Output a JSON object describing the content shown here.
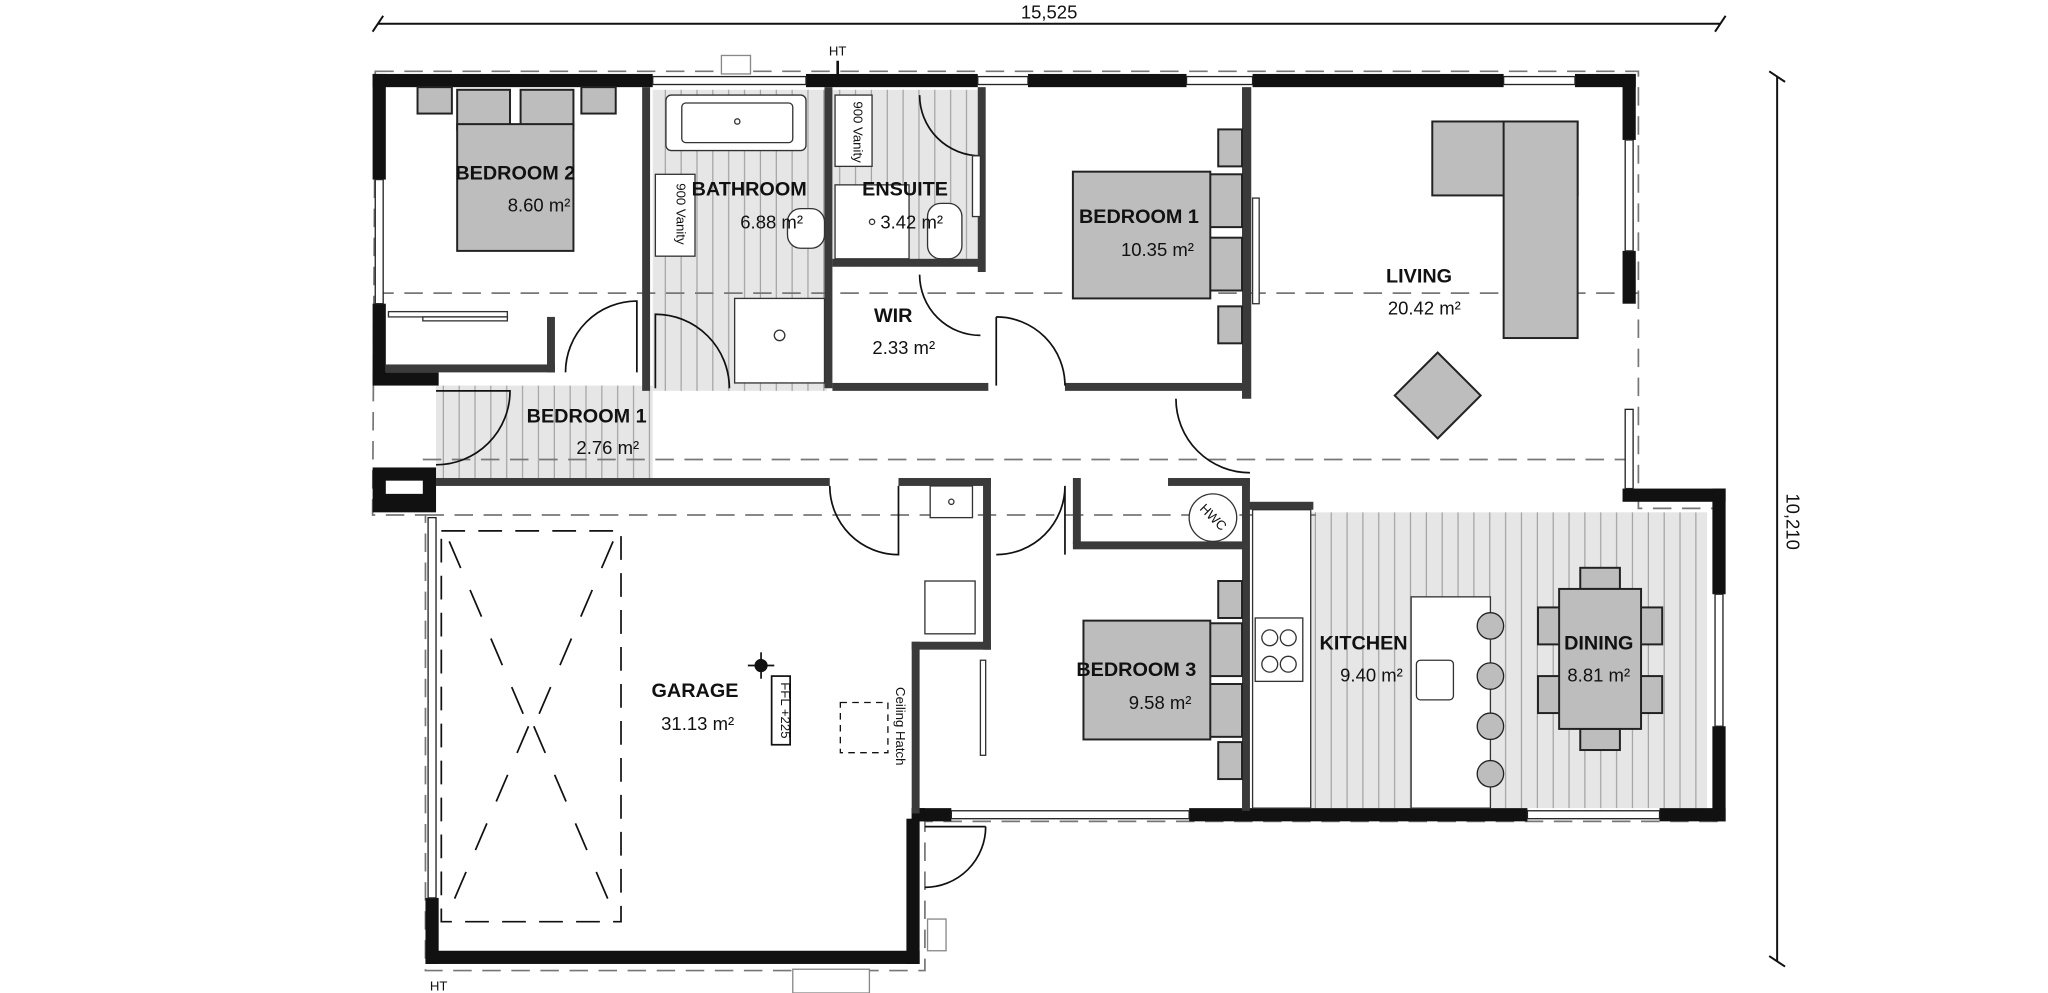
{
  "plan": {
    "dimensions": {
      "width": "15,525",
      "depth": "10,210"
    },
    "rooms": [
      {
        "name": "BEDROOM 2",
        "area": "8.60",
        "unit": "m²"
      },
      {
        "name": "BATHROOM",
        "area": "6.88",
        "unit": "m²"
      },
      {
        "name": "ENSUITE",
        "area": "3.42",
        "unit": "m²"
      },
      {
        "name": "BEDROOM 1",
        "area": "10.35",
        "unit": "m²"
      },
      {
        "name": "LIVING",
        "area": "20.42",
        "unit": "m²"
      },
      {
        "name": "WIR",
        "area": "2.33",
        "unit": "m²"
      },
      {
        "name": "BEDROOM 1",
        "area": "2.76",
        "unit": "m²"
      },
      {
        "name": "GARAGE",
        "area": "31.13",
        "unit": "m²"
      },
      {
        "name": "BEDROOM 3",
        "area": "9.58",
        "unit": "m²"
      },
      {
        "name": "KITCHEN",
        "area": "9.40",
        "unit": "m²"
      },
      {
        "name": "DINING",
        "area": "8.81",
        "unit": "m²"
      }
    ],
    "annotations": {
      "hose_tap_top": "HT",
      "hose_tap_bottom": "HT",
      "vanity_bathroom": "900 Vanity",
      "vanity_ensuite": "900 Vanity",
      "hot_water_cylinder": "HWC",
      "floor_level": "FFL +225",
      "ceiling_hatch": "Ceiling Hatch"
    },
    "colors": {
      "wall": "#111111",
      "furniture": "#bdbdbd",
      "wet_floor": "#e4e4e4",
      "background": "#ffffff"
    }
  }
}
